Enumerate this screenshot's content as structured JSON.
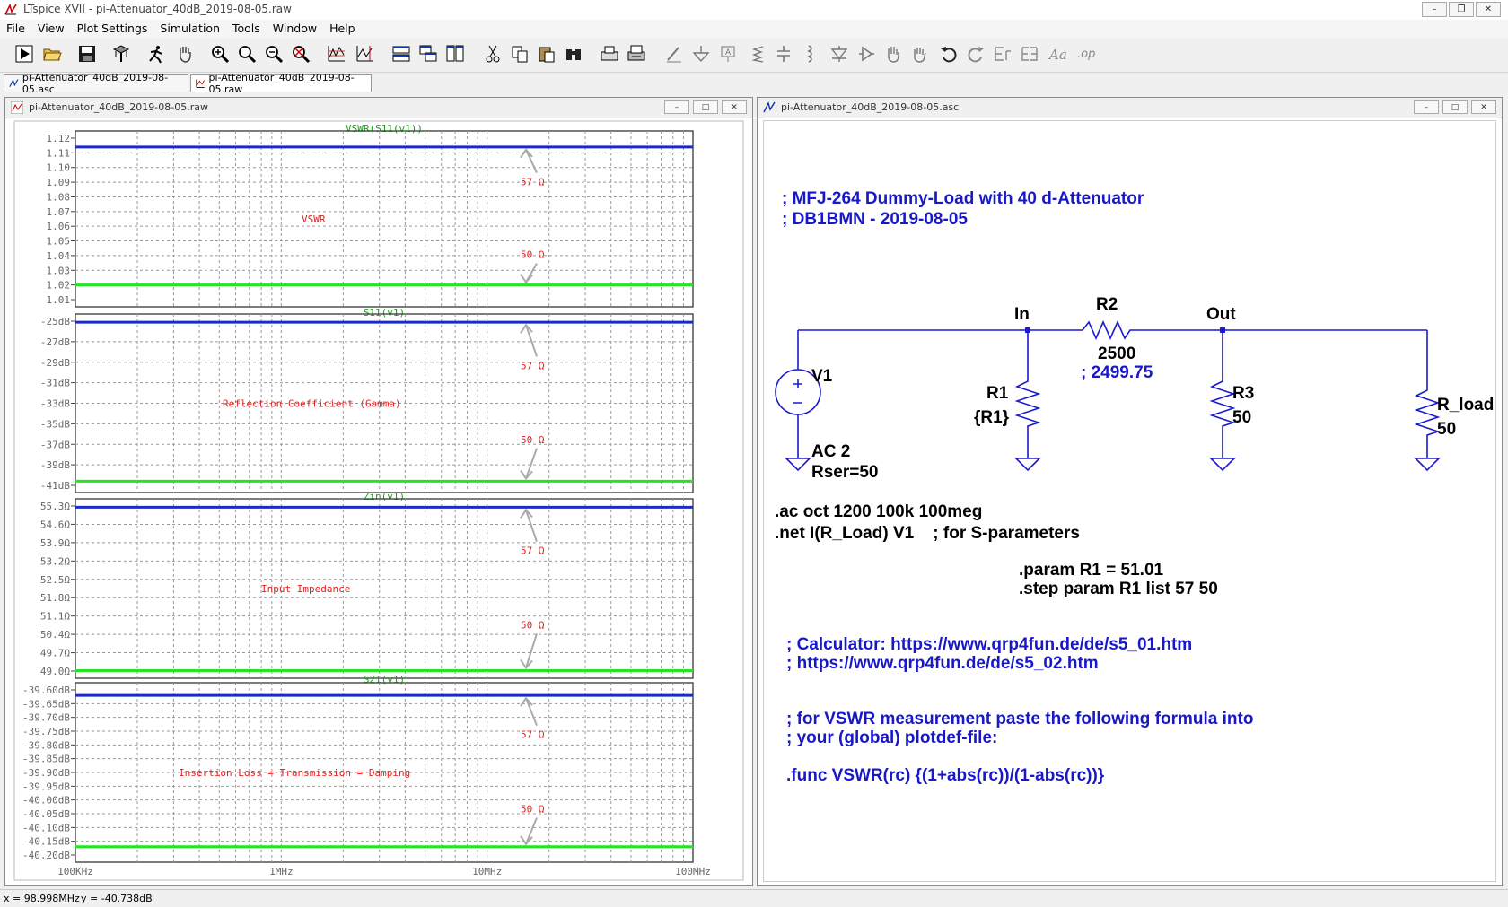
{
  "app": {
    "window_title": "LTspice XVII - pi-Attenuator_40dB_2019-08-05.raw"
  },
  "menu": [
    "File",
    "View",
    "Plot Settings",
    "Simulation",
    "Tools",
    "Window",
    "Help"
  ],
  "toolbar_icons": [
    "run-icon",
    "open-icon",
    "save-icon",
    "control-panel-icon",
    "halt-icon",
    "pan-icon",
    "zoom-in-icon",
    "zoom-box-icon",
    "zoom-out-icon",
    "zoom-fit-icon",
    "autorange-icon",
    "ruler-icon",
    "tile-horizontal-icon",
    "cascade-icon",
    "tile-vertical-icon",
    "cut-icon",
    "copy-icon",
    "paste-icon",
    "find-icon",
    "print-setup-icon",
    "print-icon",
    "wire-icon",
    "ground-icon",
    "label-icon",
    "resistor-icon",
    "capacitor-icon",
    "inductor-icon",
    "diode-icon",
    "component-icon",
    "move-icon",
    "drag-icon",
    "undo-icon",
    "redo-icon",
    "rotate-icon",
    "mirror-icon",
    "text-icon",
    "spice-directive-icon"
  ],
  "tabs": [
    {
      "label": "pi-Attenuator_40dB_2019-08-05.asc",
      "active": false
    },
    {
      "label": "pi-Attenuator_40dB_2019-08-05.raw",
      "active": true
    }
  ],
  "plot_window": {
    "title": "pi-Attenuator_40dB_2019-08-05.raw"
  },
  "schematic_window": {
    "title": "pi-Attenuator_40dB_2019-08-05.asc"
  },
  "chart_data": [
    {
      "type": "line",
      "title": "VSWR(S11(v1))",
      "x_scale": "log",
      "xlim": [
        100000,
        100000000
      ],
      "ylim": [
        1.01,
        1.12
      ],
      "yticks": [
        "1.12",
        "1.11",
        "1.10",
        "1.09",
        "1.08",
        "1.07",
        "1.06",
        "1.05",
        "1.04",
        "1.03",
        "1.02",
        "1.01"
      ],
      "series": [
        {
          "name": "57 Ω",
          "color": "#1a2bc8",
          "value": 1.114
        },
        {
          "name": "50 Ω",
          "color": "#22e622",
          "value": 1.02
        }
      ],
      "annotation": "VSWR"
    },
    {
      "type": "line",
      "title": "S11(v1)",
      "x_scale": "log",
      "xlim": [
        100000,
        100000000
      ],
      "ylim": [
        -41,
        -25
      ],
      "yticks": [
        "-25dB",
        "-27dB",
        "-29dB",
        "-31dB",
        "-33dB",
        "-35dB",
        "-37dB",
        "-39dB",
        "-41dB"
      ],
      "series": [
        {
          "name": "57 Ω",
          "color": "#1a2bc8",
          "value": -25.1
        },
        {
          "name": "50 Ω",
          "color": "#22e622",
          "value": -40.6
        }
      ],
      "annotation": "Reflection Coefficient (Gamma)"
    },
    {
      "type": "line",
      "title": "Zin(v1)",
      "x_scale": "log",
      "xlim": [
        100000,
        100000000
      ],
      "ylim": [
        49.0,
        55.6
      ],
      "yticks": [
        "55.3Ω",
        "54.6Ω",
        "53.9Ω",
        "53.2Ω",
        "52.5Ω",
        "51.8Ω",
        "51.1Ω",
        "50.4Ω",
        "49.7Ω",
        "49.0Ω"
      ],
      "series": [
        {
          "name": "57 Ω",
          "color": "#1a2bc8",
          "value": 55.55
        },
        {
          "name": "50 Ω",
          "color": "#22e622",
          "value": 49.02
        }
      ],
      "annotation": "Input Impedance"
    },
    {
      "type": "line",
      "title": "S21(v1)",
      "x_scale": "log",
      "xlim": [
        100000,
        100000000
      ],
      "ylim": [
        -40.2,
        -39.6
      ],
      "yticks": [
        "-39.60dB",
        "-39.65dB",
        "-39.70dB",
        "-39.75dB",
        "-39.80dB",
        "-39.85dB",
        "-39.90dB",
        "-39.95dB",
        "-40.00dB",
        "-40.05dB",
        "-40.10dB",
        "-40.15dB",
        "-40.20dB"
      ],
      "series": [
        {
          "name": "57 Ω",
          "color": "#1a2bc8",
          "value": -39.62
        },
        {
          "name": "50 Ω",
          "color": "#22e622",
          "value": -40.17
        }
      ],
      "annotation": "Insertion Loss = Transmission = Damping"
    }
  ],
  "x_axis_labels": [
    "100KHz",
    "1MHz",
    "10MHz",
    "100MHz"
  ],
  "schematic": {
    "comment1": "; MFJ-264 Dummy-Load with 40 d-Attenuator",
    "comment2": "; DB1BMN - 2019-08-05",
    "net_in": "In",
    "net_out": "Out",
    "r2_name": "R2",
    "r2_value": "2500",
    "r2_comment": "; 2499.75",
    "v1_name": "V1",
    "v1_value1": "AC 2",
    "v1_value2": "Rser=50",
    "r1_name": "R1",
    "r1_value": "{R1}",
    "r3_name": "R3",
    "r3_value": "50",
    "rload_name": "R_load",
    "rload_value": "50",
    "dir_ac": ".ac oct 1200 100k 100meg",
    "dir_net": ".net I(R_Load) V1    ; for S-parameters",
    "dir_param": ".param R1 = 51.01",
    "dir_step": ".step param R1 list 57 50",
    "calc1": "; Calculator: https://www.qrp4fun.de/de/s5_01.htm",
    "calc2": "; https://www.qrp4fun.de/de/s5_02.htm",
    "vswr1": "; for VSWR measurement paste the following formula into",
    "vswr2": "; your (global) plotdef-file:",
    "func": ".func VSWR(rc) {(1+abs(rc))/(1-abs(rc))}"
  },
  "status": {
    "x": "x = 98.998MHz",
    "y": "y = -40.738dB"
  }
}
